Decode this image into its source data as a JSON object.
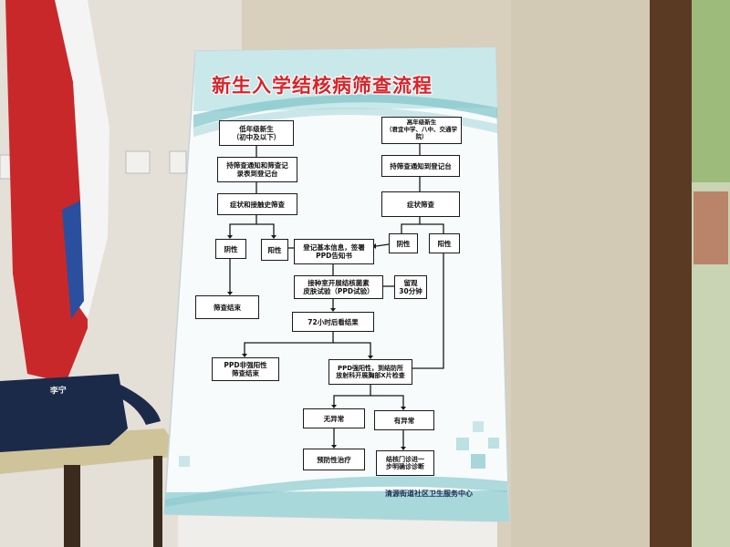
{
  "poster": {
    "title": "新生入学结核病筛查流程",
    "footer": "清源街道社区卫生服务中心",
    "colors": {
      "title": "#d8242a",
      "banner": "#bfe3e6",
      "board": "#f7fbfb",
      "footer_band": "#a9d8db"
    }
  },
  "flow": {
    "low_grade": "低年级新生\n（初中及以下）",
    "high_grade": "高年级新生\n（君宜中学、八中、交通学院）",
    "low_register": "持筛查通知和筛查记\n录表到登记台",
    "high_register": "持筛查通知到登记台",
    "low_screen": "症状和接触史筛查",
    "high_screen": "症状筛查",
    "low_negative": "阴性",
    "low_positive": "阳性",
    "high_negative": "阴性",
    "high_positive": "阳性",
    "register_info": "登记基本信息，签署\nPPD告知书",
    "screen_end": "筛查结束",
    "ppd_test": "接种室开展结核菌素\n皮肤试验（PPD试验）",
    "stay": "留观\n30分钟",
    "check_72h": "72小时后看结果",
    "ppd_nonstrong": "PPD非强阳性\n筛查结束",
    "ppd_strong": "PPD强阳性，到结防所\n放射科开展胸部X片检查",
    "normal": "无异常",
    "abnormal": "有异常",
    "prevent": "预防性治疗",
    "clinic": "结核门诊进一\n步明确诊诊断"
  },
  "bag": {
    "brand": "李宁"
  }
}
